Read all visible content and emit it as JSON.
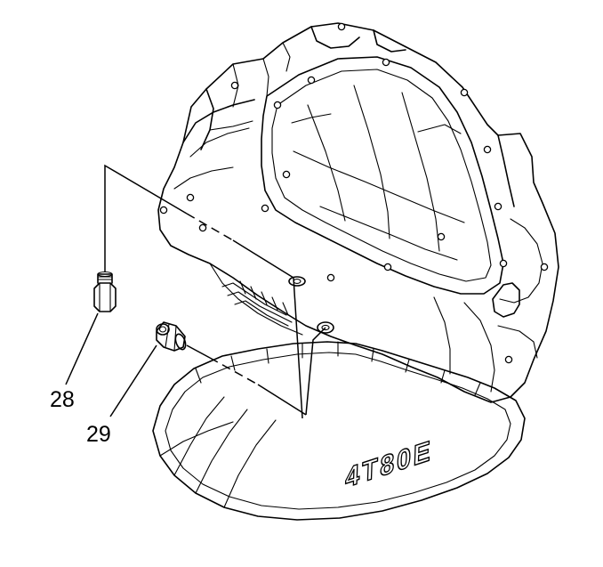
{
  "diagram": {
    "callouts": [
      {
        "id": "28",
        "text": "28"
      },
      {
        "id": "29",
        "text": "29"
      }
    ],
    "case_casting_text": "4T80E"
  }
}
